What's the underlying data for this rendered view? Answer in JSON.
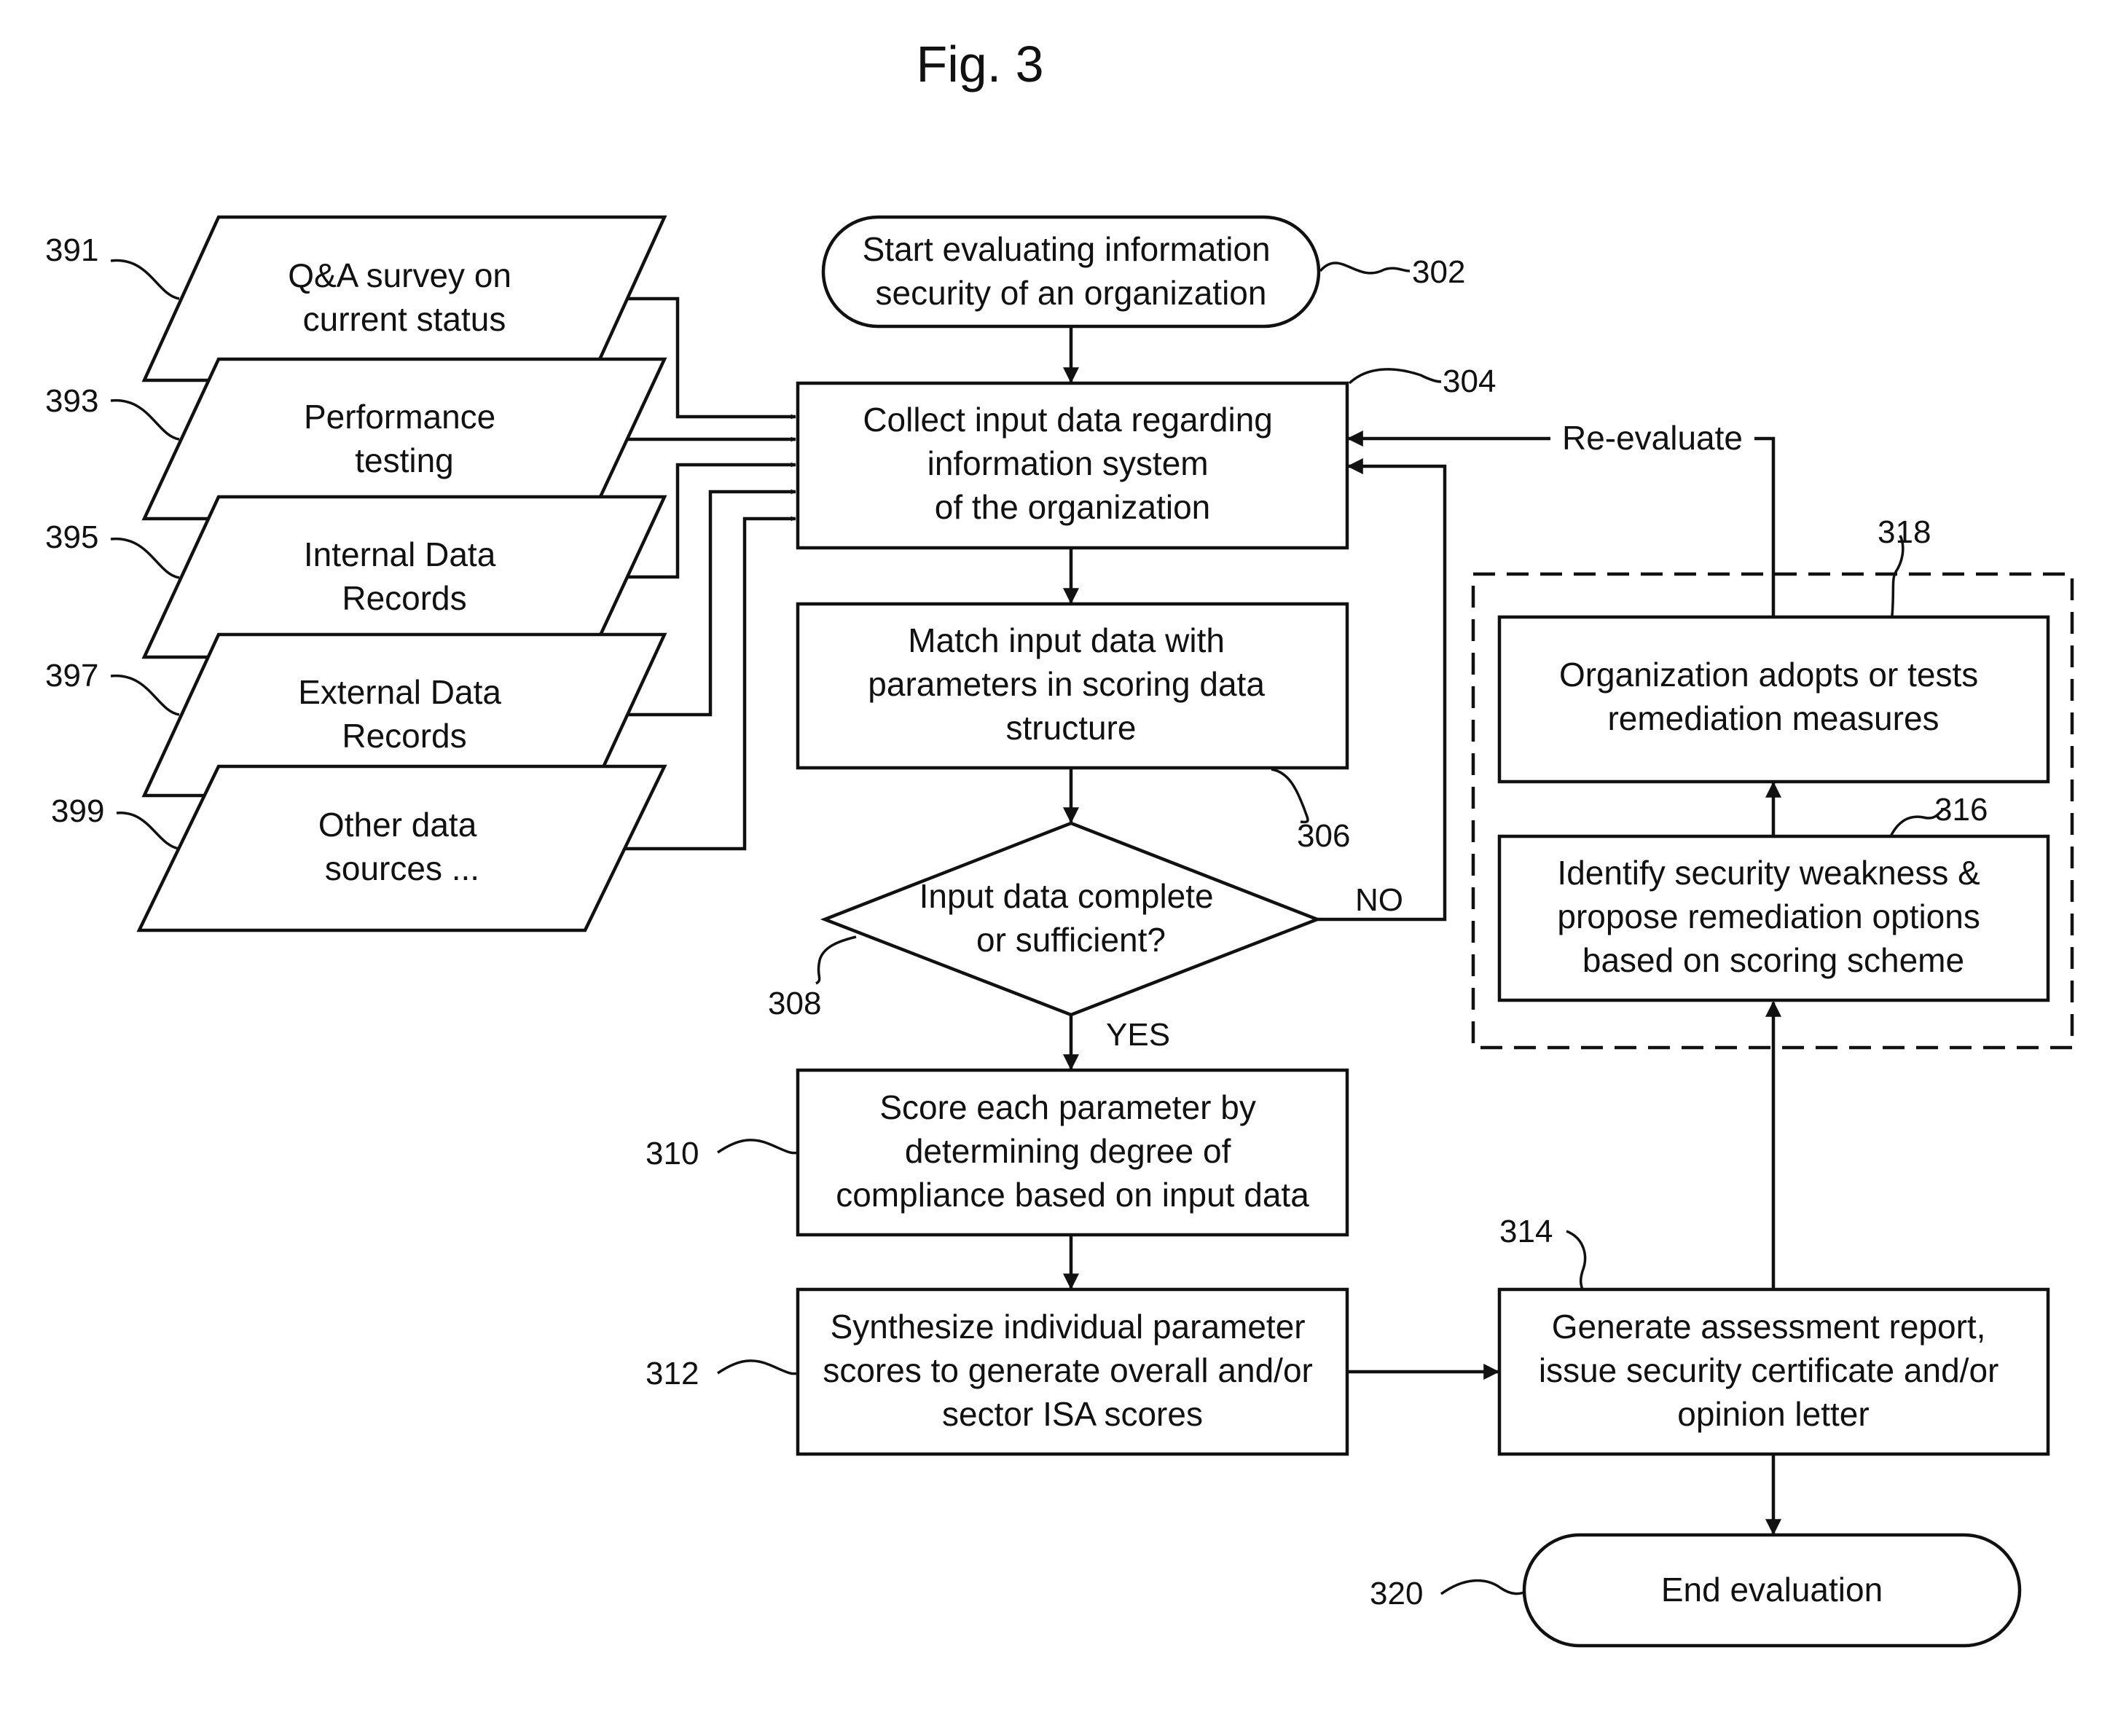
{
  "figure": {
    "title": "Fig. 3"
  },
  "sources": [
    {
      "ref": "391",
      "lines": [
        "Q&A survey on",
        "current status"
      ]
    },
    {
      "ref": "393",
      "lines": [
        "Performance",
        "testing"
      ]
    },
    {
      "ref": "395",
      "lines": [
        "Internal Data",
        "Records"
      ]
    },
    {
      "ref": "397",
      "lines": [
        "External Data",
        "Records"
      ]
    },
    {
      "ref": "399",
      "lines": [
        "Other data",
        "sources ..."
      ]
    }
  ],
  "steps": {
    "start": {
      "ref": "302",
      "lines": [
        "Start evaluating information",
        "security of an organization"
      ]
    },
    "collect": {
      "ref": "304",
      "lines": [
        "Collect input data regarding",
        "information system",
        "of the organization"
      ]
    },
    "match": {
      "ref": "306",
      "lines": [
        "Match input data with",
        "parameters in scoring data",
        "structure"
      ]
    },
    "decision": {
      "ref": "308",
      "lines": [
        "Input data complete",
        "or sufficient?"
      ],
      "no_label": "NO",
      "yes_label": "YES"
    },
    "score": {
      "ref": "310",
      "lines": [
        "Score each parameter by",
        "determining degree of",
        "compliance based on input data"
      ]
    },
    "synthesize": {
      "ref": "312",
      "lines": [
        "Synthesize individual parameter",
        "scores to generate overall and/or",
        "sector ISA scores"
      ]
    },
    "report": {
      "ref": "314",
      "lines": [
        "Generate assessment report,",
        "issue security certificate and/or",
        "opinion letter"
      ]
    },
    "identify": {
      "ref": "316",
      "lines": [
        "Identify security weakness &",
        "propose remediation options",
        "based on scoring scheme"
      ]
    },
    "adopt": {
      "ref": "",
      "lines": [
        "Organization adopts or tests",
        "remediation measures"
      ]
    },
    "group": {
      "ref": "318"
    },
    "end": {
      "ref": "320",
      "lines": [
        "End evaluation"
      ]
    }
  },
  "edges": {
    "reevaluate_label": "Re-evaluate"
  }
}
